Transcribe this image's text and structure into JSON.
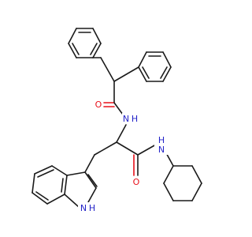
{
  "molecule": {
    "atom_labels": {
      "carbonyl_oxygen_top": "O",
      "amide_nitrogen_top": "N",
      "amide_h_top": "H",
      "carbonyl_oxygen_bottom": "O",
      "amide_nitrogen_bottom": "N",
      "amide_h_bottom": "H",
      "indole_nitrogen": "N",
      "indole_h": "H"
    },
    "colors": {
      "bond": "#1a1a1a",
      "nitrogen": "#2323c8",
      "oxygen": "#e8101a"
    }
  }
}
